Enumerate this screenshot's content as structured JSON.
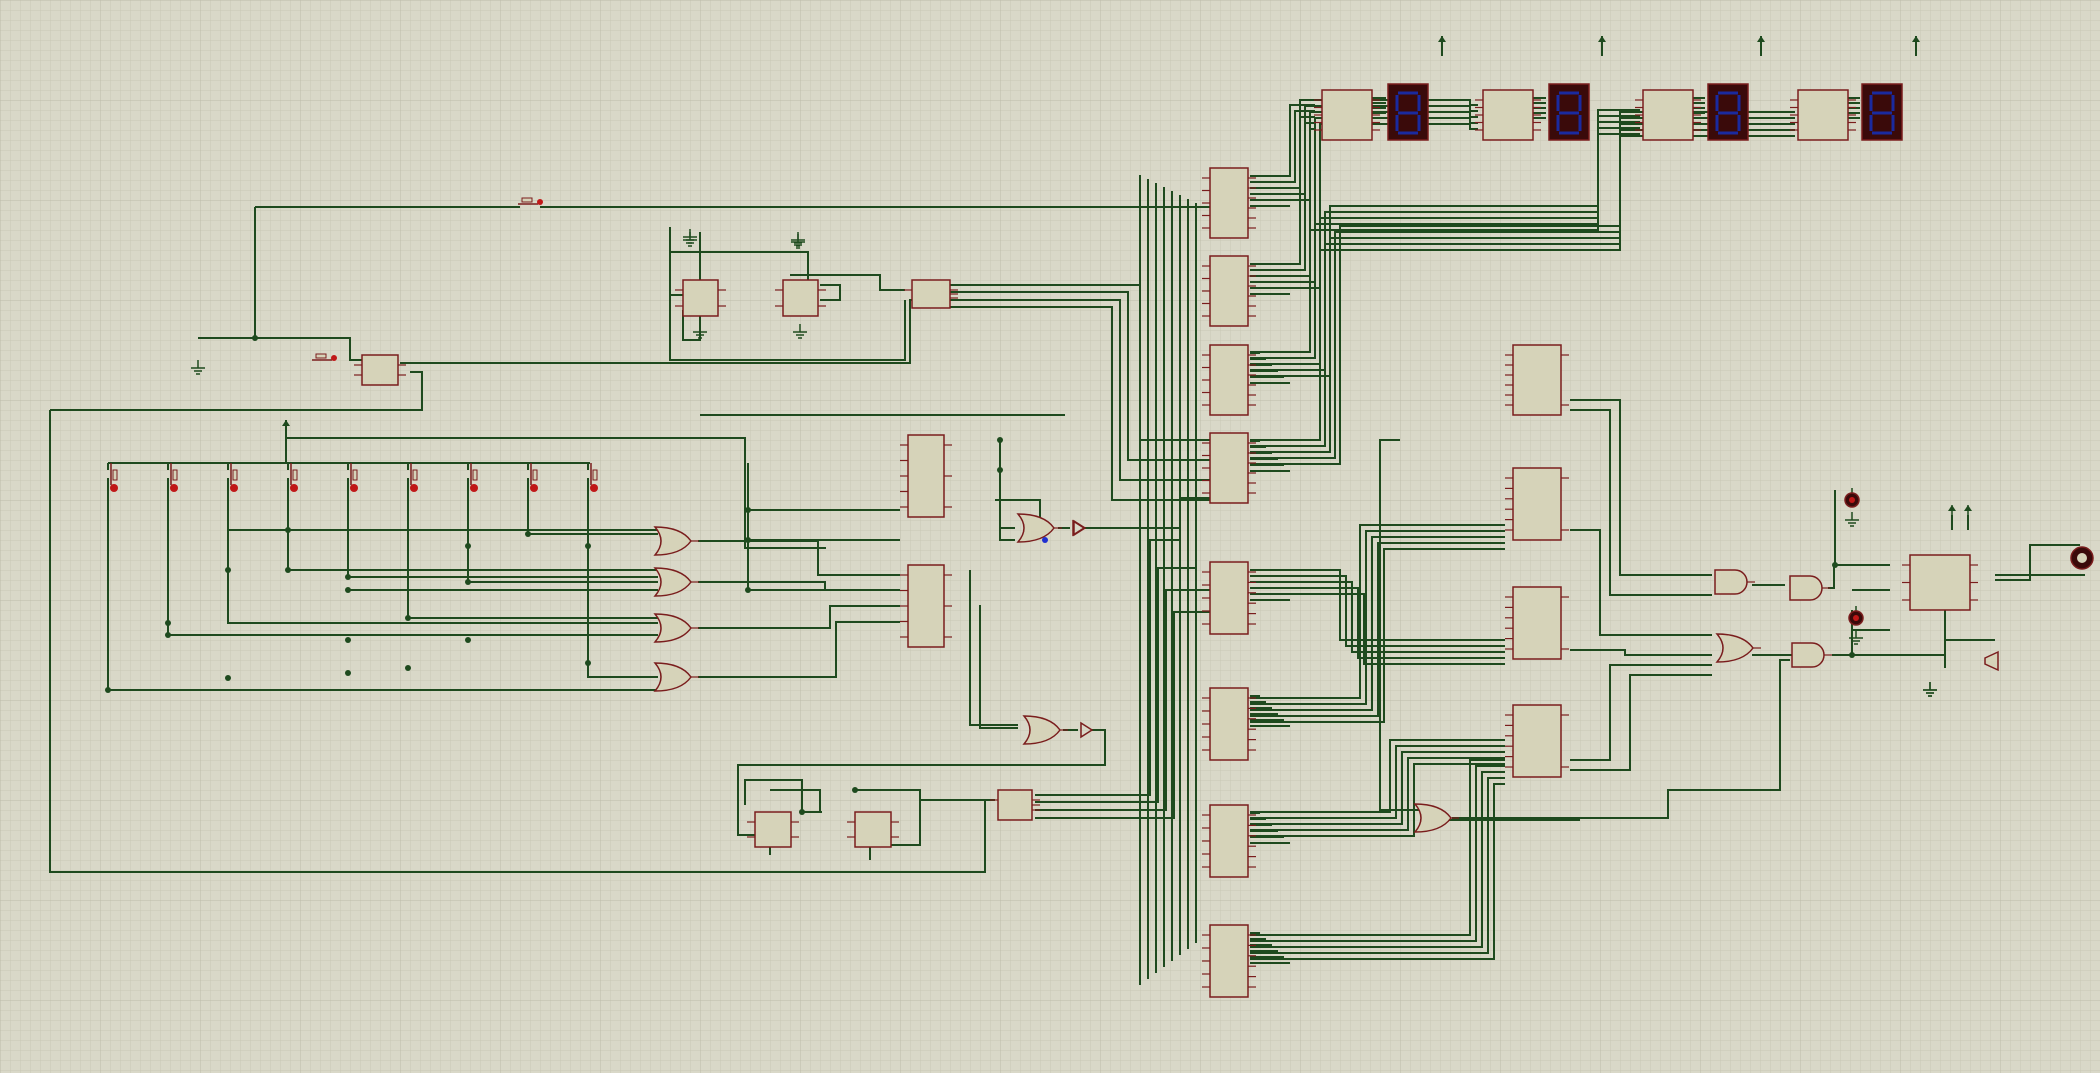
{
  "colors": {
    "background": "#d9d8c8",
    "grid_minor": "#c9c8b6",
    "grid_major": "#bdbcaa",
    "wire": "#1e4a1e",
    "component_fill": "#d6d3b9",
    "component_stroke": "#7a1d1d",
    "display_bg": "#3a0a0a",
    "display_segment": "#1a2aa0",
    "switch_red": "#c01818"
  },
  "components": {
    "seven_segment_displays": [
      {
        "id": "display-1",
        "digit": "8"
      },
      {
        "id": "display-2",
        "digit": "8"
      },
      {
        "id": "display-3",
        "digit": "8"
      },
      {
        "id": "display-4",
        "digit": "8"
      }
    ],
    "decoders": 4,
    "toggle_switches": 9,
    "or_gates": 8,
    "and_gates": 3,
    "counters": 4,
    "multiplexers": 9,
    "comparators": 4,
    "leds": 2,
    "buzzer": 1,
    "speaker": 1,
    "timer_ic": 1
  }
}
